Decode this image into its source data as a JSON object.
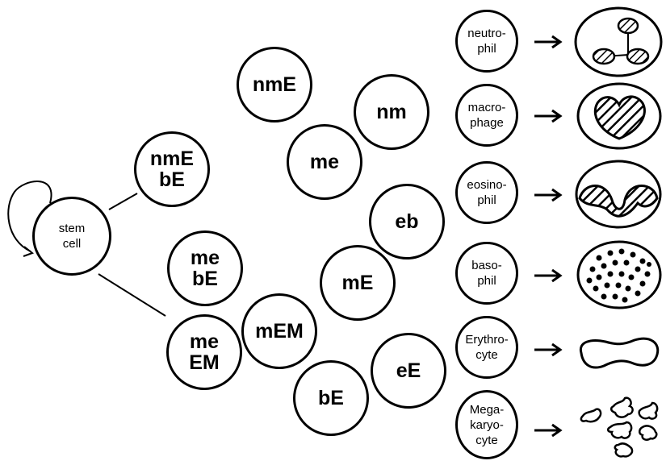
{
  "stem_cell": {
    "label": "stem\ncell"
  },
  "progenitors": [
    {
      "label": "nmE\nbE"
    },
    {
      "label": "me\nbE"
    },
    {
      "label": "me\nEM"
    },
    {
      "label": "nmE"
    },
    {
      "label": "nm"
    },
    {
      "label": "me"
    },
    {
      "label": "eb"
    },
    {
      "label": "mE"
    },
    {
      "label": "mEM"
    },
    {
      "label": "eE"
    },
    {
      "label": "bE"
    }
  ],
  "mature_cells": [
    {
      "label": "neutro-\nphil",
      "icon": "neutrophil-icon"
    },
    {
      "label": "macro-\nphage",
      "icon": "macrophage-icon"
    },
    {
      "label": "eosino-\nphil",
      "icon": "eosinophil-icon"
    },
    {
      "label": "baso-\nphil",
      "icon": "basophil-icon"
    },
    {
      "label": "Erythro-\ncyte",
      "icon": "erythrocyte-icon"
    },
    {
      "label": "Mega-\nkaryo-\ncyte",
      "icon": "megakaryocyte-icon"
    }
  ]
}
